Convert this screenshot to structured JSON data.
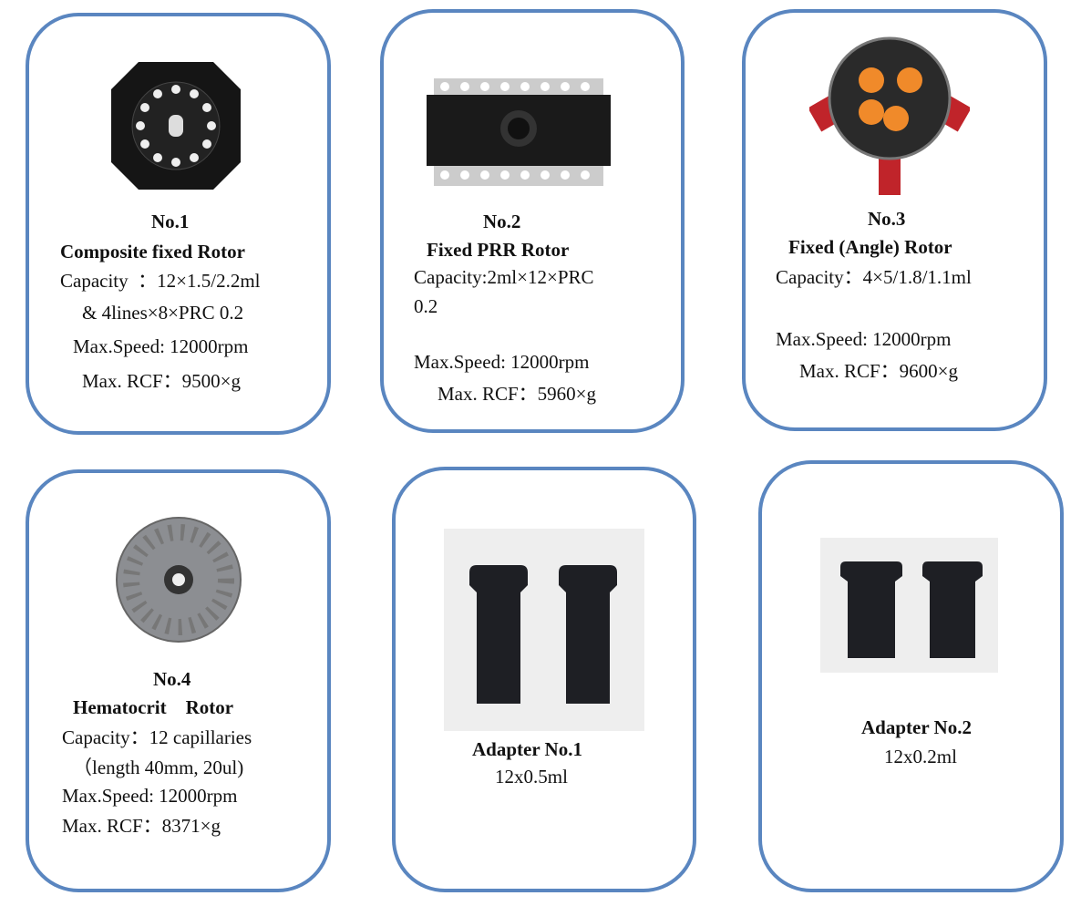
{
  "cards": [
    {
      "number": "No.1",
      "title": "Composite fixed Rotor",
      "capacity": "Capacity  ：12×1.5/2.2ml",
      "capacity2": "& 4lines×8×PRC 0.2",
      "speed": "Max.Speed: 12000rpm",
      "rcf": "Max. RCF：9500×g"
    },
    {
      "number": "No.2",
      "title": "Fixed PRR Rotor",
      "capacity": "Capacity:2ml×12×PRC",
      "capacity2": "0.2",
      "speed": "Max.Speed: 12000rpm",
      "rcf": "Max. RCF：5960×g"
    },
    {
      "number": "No.3",
      "title": "Fixed (Angle) Rotor",
      "capacity": "Capacity：4×5/1.8/1.1ml",
      "speed": "Max.Speed: 12000rpm",
      "rcf": "Max. RCF：9600×g"
    },
    {
      "number": "No.4",
      "title": "Hematocrit    Rotor",
      "capacity": "Capacity：12 capillaries",
      "capacity2": "（length 40mm, 20ul)",
      "speed": "Max.Speed: 12000rpm",
      "rcf": "Max. RCF：8371×g"
    },
    {
      "title": "Adapter No.1",
      "capacity": "12x0.5ml"
    },
    {
      "title": "Adapter No.2",
      "capacity": "12x0.2ml"
    }
  ],
  "colors": {
    "border": "#5a86c0",
    "tube_orange": "#f08a2a",
    "tube_red": "#c0242a"
  }
}
